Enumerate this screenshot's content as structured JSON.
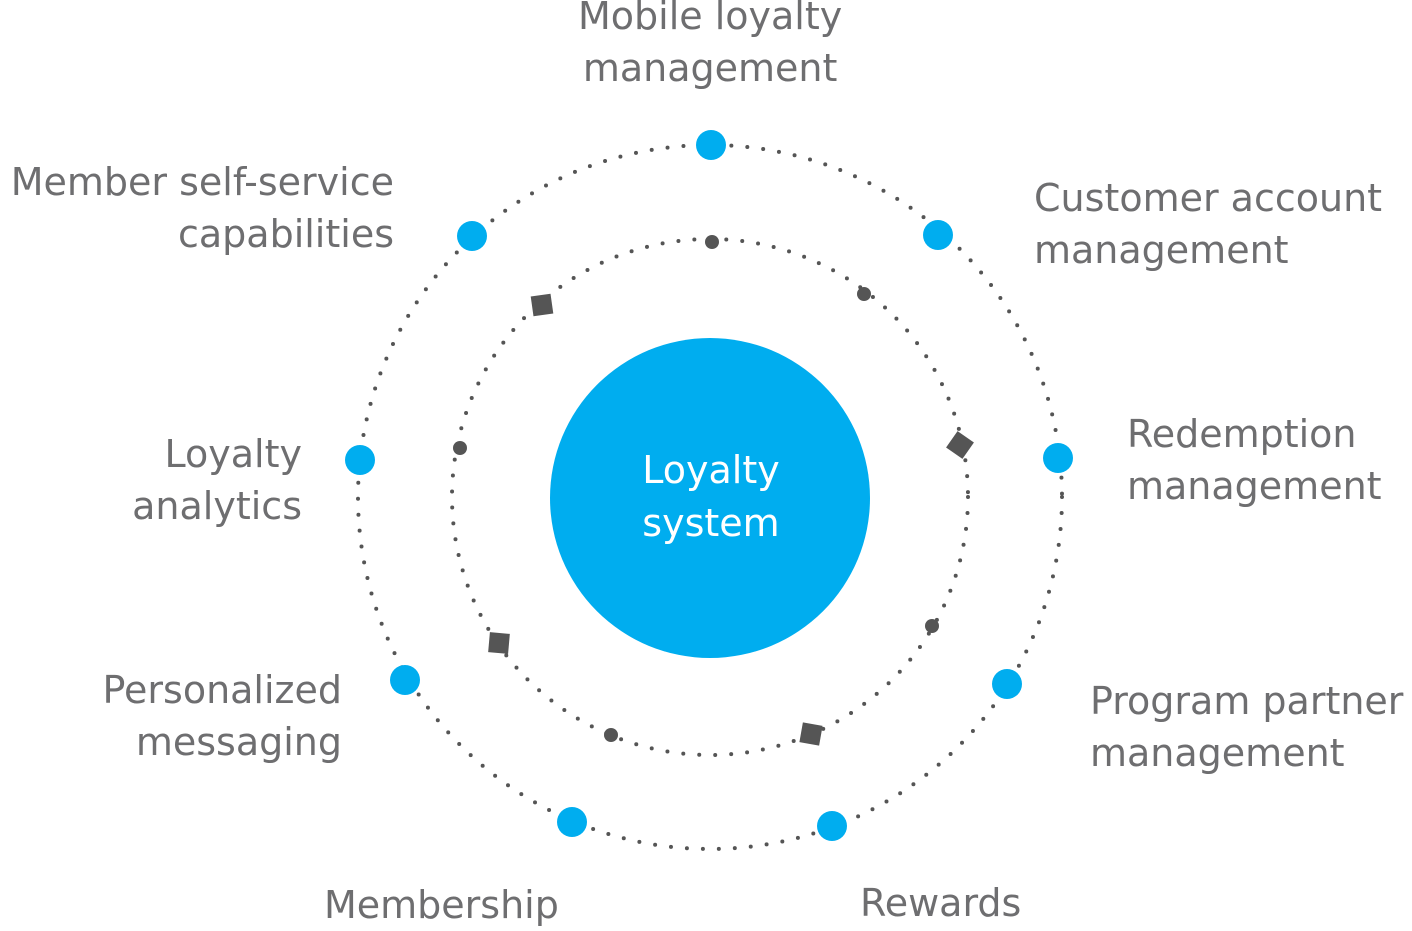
{
  "center": {
    "line1": "Loyalty",
    "line2": "system"
  },
  "labels": {
    "mobile": [
      "Mobile loyalty",
      "management"
    ],
    "customer": [
      "Customer account",
      "management"
    ],
    "redemption": [
      "Redemption",
      "management"
    ],
    "partner": [
      "Program partner",
      "management"
    ],
    "rewards": [
      "Rewards"
    ],
    "membership": [
      "Membership"
    ],
    "personalized": [
      "Personalized",
      "messaging"
    ],
    "analytics": [
      "Loyalty",
      "analytics"
    ],
    "member_self_service": [
      "Member self-service",
      "capabilities"
    ]
  },
  "colors": {
    "accent": "#00adef",
    "text": "#6e6e70",
    "dots": "#555555"
  }
}
